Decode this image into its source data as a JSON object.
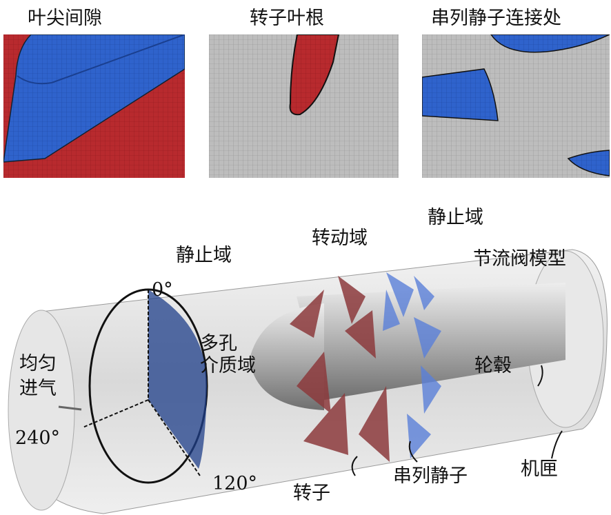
{
  "colors": {
    "blade_red": "#b3242a",
    "blade_blue": "#2a5ec8",
    "mesh_gray": "#b9b9b9",
    "ring": "#1a1a1a"
  },
  "panels": [
    {
      "title": "叶尖间隙"
    },
    {
      "title": "转子叶根"
    },
    {
      "title": "串列静子连接处"
    }
  ],
  "labels": {
    "static_domain_left": "静止域",
    "rotating_domain": "转动域",
    "static_domain_right": "静止域",
    "throttle_model": "节流阀模型",
    "angle_0": "0°",
    "porous_1": "多孔",
    "porous_2": "介质域",
    "inlet_1": "均匀",
    "inlet_2": "进气",
    "angle_240": "240°",
    "angle_120": "120°",
    "hub": "轮毂",
    "rotor": "转子",
    "tandem_stator": "串列静子",
    "casing": "机匣"
  }
}
